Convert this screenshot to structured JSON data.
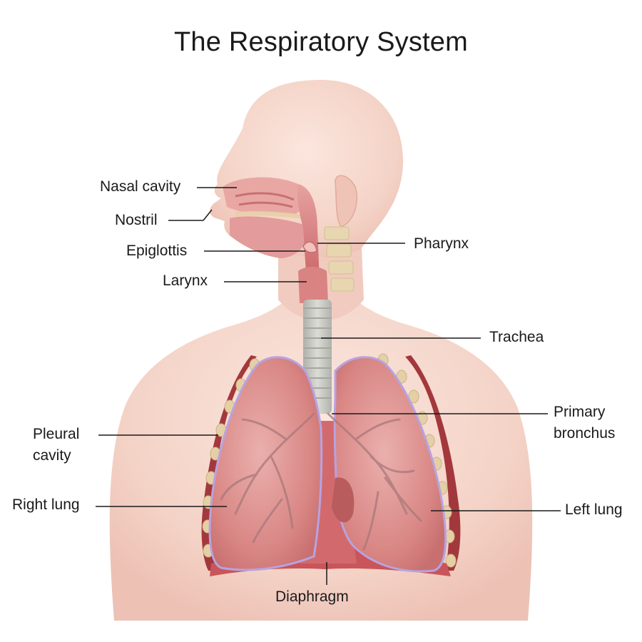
{
  "title": "The Respiratory System",
  "labels": {
    "nasal_cavity": "Nasal cavity",
    "nostril": "Nostril",
    "epiglottis": "Epiglottis",
    "larynx": "Larynx",
    "pharynx": "Pharynx",
    "trachea": "Trachea",
    "primary_bronchus_line1": "Primary",
    "primary_bronchus_line2": "bronchus",
    "pleural_cavity_line1": "Pleural",
    "pleural_cavity_line2": "cavity",
    "right_lung": "Right lung",
    "left_lung": "Left lung",
    "diaphragm": "Diaphragm"
  },
  "colors": {
    "skin": "#f6d9cf",
    "skin_shadow": "#eab8aa",
    "lung": "#dc8c8a",
    "lung_dark": "#c56a6c",
    "pleura_outline": "#b9a6e0",
    "trachea": "#c8c8c2",
    "rib": "#e3cfaa",
    "chest_wall": "#9e3a3e",
    "airway": "#d8787a"
  }
}
